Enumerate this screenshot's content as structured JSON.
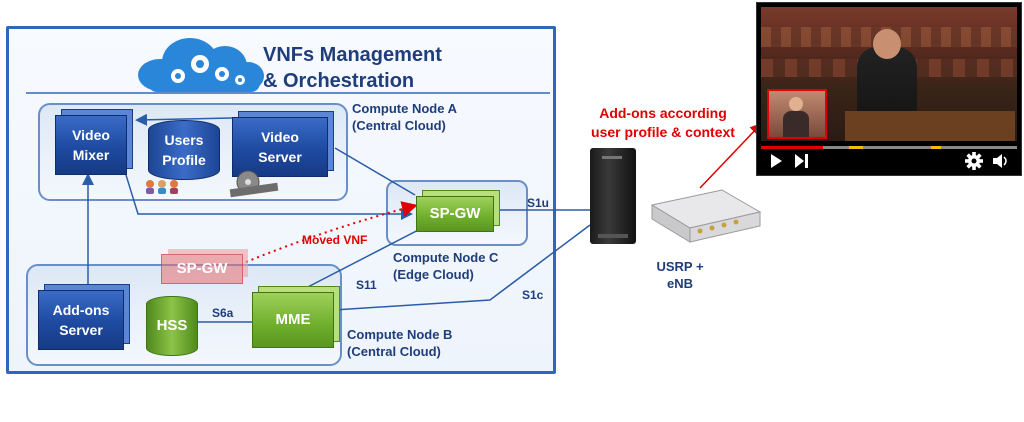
{
  "title_line1": "VNFs Management",
  "title_line2": "& Orchestration",
  "nodes": {
    "video_mixer": "Video\nMixer",
    "users_profile": "Users\nProfile",
    "video_server": "Video\nServer",
    "sp_gw": "SP-GW",
    "sp_gw_moved": "SP-GW",
    "addons_server": "Add-ons\nServer",
    "hss": "HSS",
    "mme": "MME"
  },
  "labels": {
    "compute_a": "Compute Node A\n(Central Cloud)",
    "compute_b": "Compute Node B\n(Central Cloud)",
    "compute_c": "Compute Node C\n(Edge Cloud)",
    "moved_vnf": "Moved VNF",
    "s1u": "S1u",
    "s11": "S11",
    "s6a": "S6a",
    "s1c": "S1c",
    "usrp": "USRP +\neNB",
    "addons_context": "Add-ons according\nuser profile & context"
  },
  "colors": {
    "node_blue": "#1e4aa0",
    "node_green": "#6fae2c",
    "label_blue": "#1f3d7a",
    "accent_red": "#e00000",
    "link_blue": "#2a5caa"
  }
}
